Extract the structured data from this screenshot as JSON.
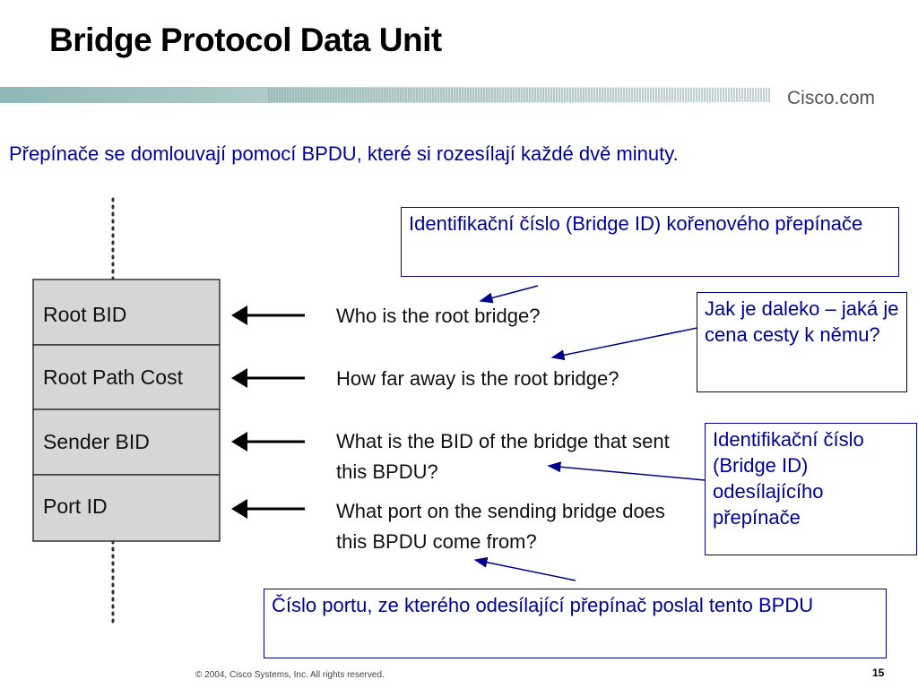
{
  "slide": {
    "title": "Bridge Protocol Data Unit",
    "subtitle": "Přepínače se domlouvají pomocí BPDU, které si rozesílají každé dvě minuty.",
    "logo_text": "Cisco.com",
    "copyright": "© 2004, Cisco Systems, Inc. All rights reserved.",
    "page_number": "15"
  },
  "bpdu_fields": [
    {
      "label": "Root  BID",
      "question": "Who is the root bridge?"
    },
    {
      "label": "Root Path Cost",
      "question": "How far away is the root bridge?"
    },
    {
      "label": "Sender BID",
      "question": "What is the BID of the bridge that sent this BPDU?"
    },
    {
      "label": "Port ID",
      "question": "What port on the sending bridge does this BPDU come from?"
    }
  ],
  "callouts": {
    "root_id": "Identifikační číslo (Bridge ID)  kořenového přepínače",
    "path_cost": "Jak je daleko – jaká je cena cesty k němu?",
    "sender_id": "Identifikační číslo (Bridge ID) odesílajícího přepínače",
    "port_id": "Číslo portu, ze kterého odesílající přepínač poslal tento BPDU"
  },
  "colors": {
    "callout_text": "#00009a",
    "callout_border": "#00008b",
    "field_fill": "#d6d6d6",
    "header_bar": "#8fb7b7"
  }
}
